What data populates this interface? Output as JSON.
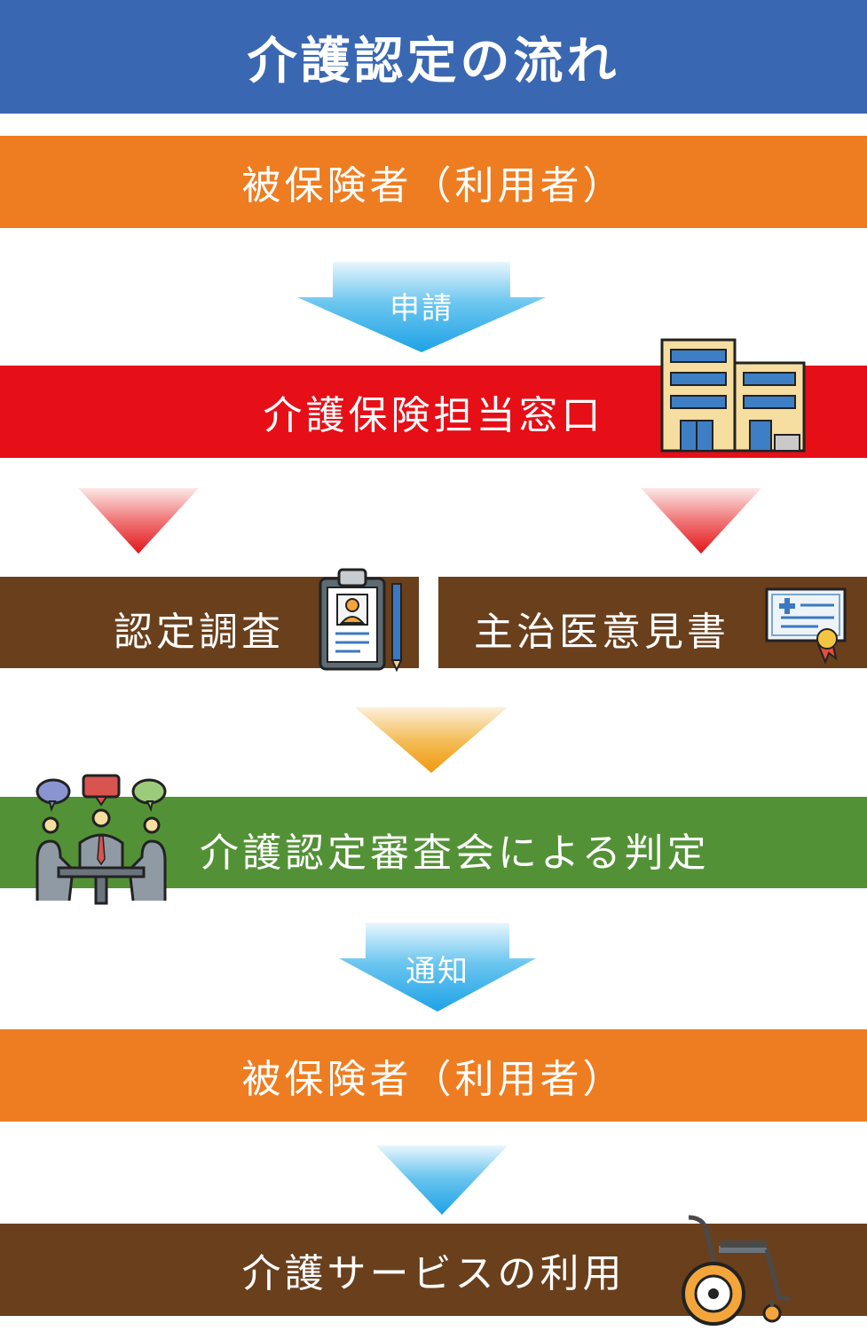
{
  "title": "介護認定の流れ",
  "colors": {
    "title_bg": "#3a67b1",
    "orange": "#ee7d21",
    "red": "#e60f17",
    "brown": "#6a3f1c",
    "green": "#539136",
    "arrow_blue": "#1ea2e6",
    "arrow_red": "#e2161c",
    "arrow_orange": "#ef9a0e"
  },
  "steps": {
    "applicant": "被保険者（利用者）",
    "apply_label": "申請",
    "office": "介護保険担当窓口",
    "survey": "認定調査",
    "doctor_opinion": "主治医意見書",
    "committee": "介護認定審査会による判定",
    "notice_label": "通知",
    "applicant_after": "被保険者（利用者）",
    "service": "介護サービスの利用"
  },
  "icons": {
    "office": "office-building-icon",
    "survey": "clipboard-with-pen-icon",
    "doctor_opinion": "medical-certificate-icon",
    "committee": "meeting-people-icon",
    "service": "wheelchair-icon"
  }
}
